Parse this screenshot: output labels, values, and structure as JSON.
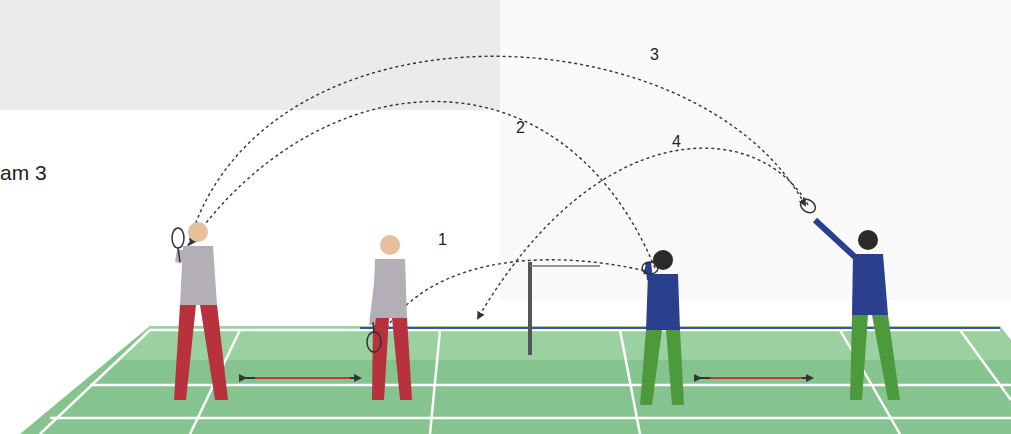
{
  "diagram": {
    "labels": [
      "am 3",
      "1",
      "2",
      "3",
      "4"
    ]
  }
}
